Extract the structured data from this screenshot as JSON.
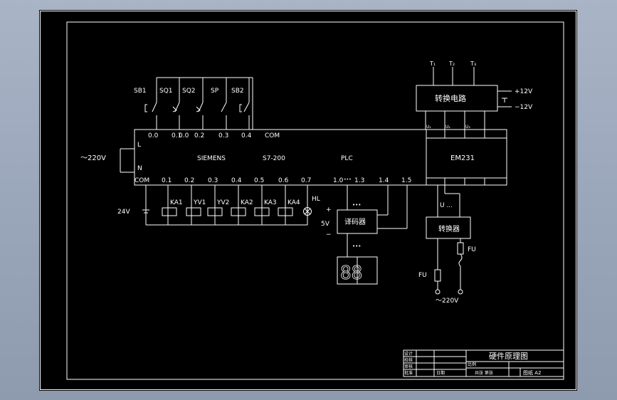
{
  "viewport": {
    "bg": "#000000",
    "line_color": "#ffffff",
    "app_bg": "#a3aec0"
  },
  "power": {
    "label": "～220V",
    "l": "L",
    "n": "N"
  },
  "inputs": {
    "sb1": "SB1",
    "sq1": "SQ1",
    "sq2": "SQ2",
    "sp": "SP",
    "sb2": "SB2"
  },
  "plc": {
    "in_addrs": [
      "0.0",
      "0.1",
      "0.2",
      "0.3",
      "0.4"
    ],
    "com_top": "COM",
    "siemens": "SIEMENS",
    "model": "S7-200",
    "plc_label": "PLC",
    "com_bottom": "COM",
    "out_addrs": [
      "0.1",
      "0.2",
      "0.3",
      "0.4",
      "0.5",
      "0.6",
      "0.7"
    ],
    "out_addrs2": [
      "1.0",
      "1.3",
      "1.4",
      "1.5"
    ],
    "dots": "•••"
  },
  "outputs": {
    "ka1": "KA1",
    "yv1": "YV1",
    "yv2": "YV2",
    "ka2": "KA2",
    "ka3": "KA3",
    "ka4": "KA4",
    "hl": "HL",
    "v24": "24V"
  },
  "decoder": {
    "label": "译码器",
    "plus": "+",
    "v5": "5V",
    "minus": "−",
    "dots_top": "•••",
    "dots_bottom": "•••",
    "display": "88"
  },
  "converter_top": {
    "label": "转换电路",
    "t1": "T₁",
    "t2": "T₂",
    "t3": "T₃",
    "p12": "+12V",
    "m12": "−12V",
    "u1": "U₁",
    "u2": "U₂",
    "u3": "U₃"
  },
  "em231": {
    "label": "EM231"
  },
  "converter_bottom": {
    "label": "转换器",
    "u": "U ...",
    "fu_right": "FU",
    "fu_left": "FU",
    "v220": "～220V"
  },
  "title_block": {
    "title": "硬件原理图",
    "r1": "设计",
    "r2": "校核",
    "r3": "审核",
    "r4": "批准",
    "material": "比例",
    "sheets": "共张 第张",
    "drawing": "图纸 A2",
    "stamp": "日期"
  }
}
